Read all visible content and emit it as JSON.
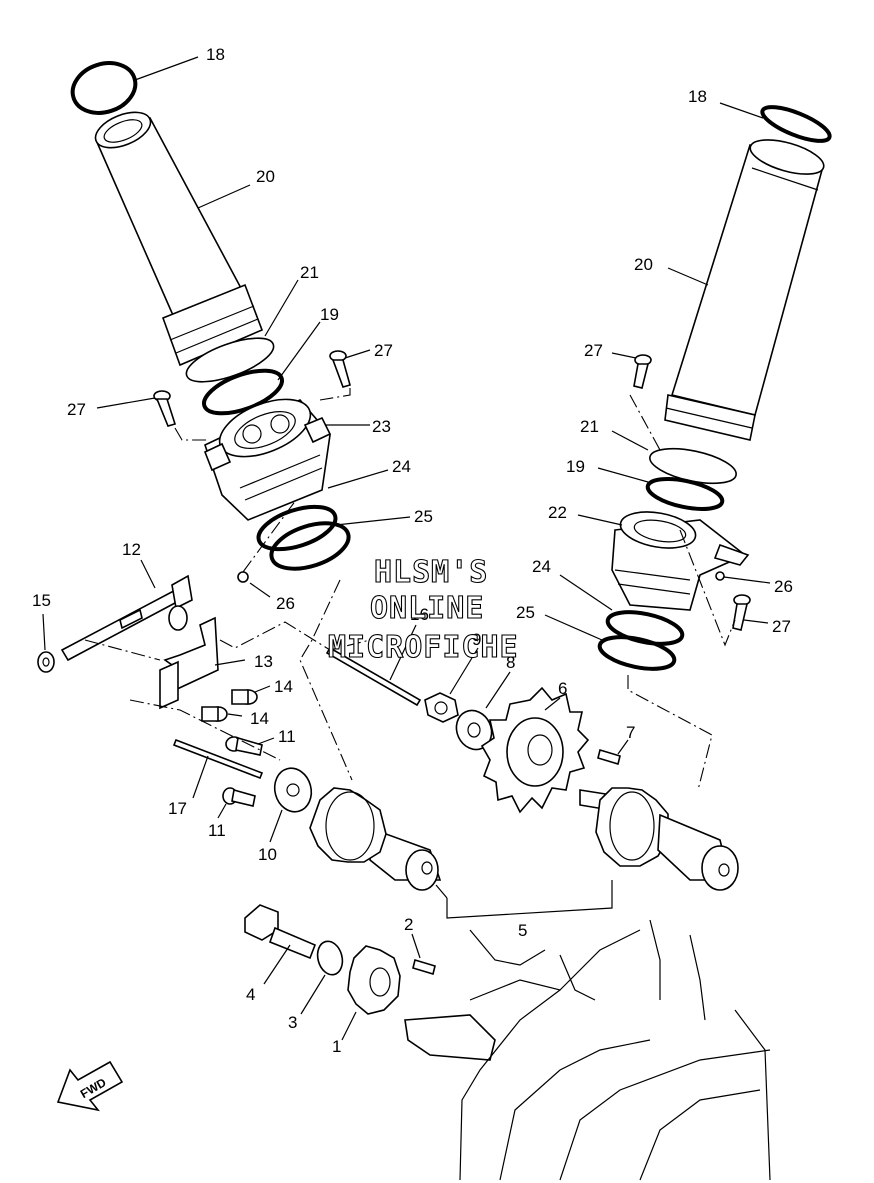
{
  "watermark": {
    "line1": "HLSM'S",
    "line2": "ONLINE",
    "line3": "MICROFICHE"
  },
  "fwd_label": "FWD",
  "callouts": [
    {
      "id": "c18a",
      "text": "18"
    },
    {
      "id": "c20a",
      "text": "20"
    },
    {
      "id": "c21a",
      "text": "21"
    },
    {
      "id": "c19a",
      "text": "19"
    },
    {
      "id": "c27a",
      "text": "27"
    },
    {
      "id": "c27b",
      "text": "27"
    },
    {
      "id": "c23",
      "text": "23"
    },
    {
      "id": "c24a",
      "text": "24"
    },
    {
      "id": "c25a",
      "text": "25"
    },
    {
      "id": "c26a",
      "text": "26"
    },
    {
      "id": "c12",
      "text": "12"
    },
    {
      "id": "c15",
      "text": "15"
    },
    {
      "id": "c13",
      "text": "13"
    },
    {
      "id": "c14a",
      "text": "14"
    },
    {
      "id": "c14b",
      "text": "14"
    },
    {
      "id": "c11a",
      "text": "11"
    },
    {
      "id": "c11b",
      "text": "11"
    },
    {
      "id": "c17",
      "text": "17"
    },
    {
      "id": "c10",
      "text": "10"
    },
    {
      "id": "c16",
      "text": "16"
    },
    {
      "id": "c9",
      "text": "9"
    },
    {
      "id": "c8",
      "text": "8"
    },
    {
      "id": "c6",
      "text": "6"
    },
    {
      "id": "c7",
      "text": "7"
    },
    {
      "id": "c5",
      "text": "5"
    },
    {
      "id": "c2",
      "text": "2"
    },
    {
      "id": "c4",
      "text": "4"
    },
    {
      "id": "c3",
      "text": "3"
    },
    {
      "id": "c1",
      "text": "1"
    },
    {
      "id": "c18b",
      "text": "18"
    },
    {
      "id": "c20b",
      "text": "20"
    },
    {
      "id": "c27c",
      "text": "27"
    },
    {
      "id": "c21b",
      "text": "21"
    },
    {
      "id": "c19b",
      "text": "19"
    },
    {
      "id": "c22",
      "text": "22"
    },
    {
      "id": "c26b",
      "text": "26"
    },
    {
      "id": "c27d",
      "text": "27"
    },
    {
      "id": "c24b",
      "text": "24"
    },
    {
      "id": "c25b",
      "text": "25"
    }
  ]
}
